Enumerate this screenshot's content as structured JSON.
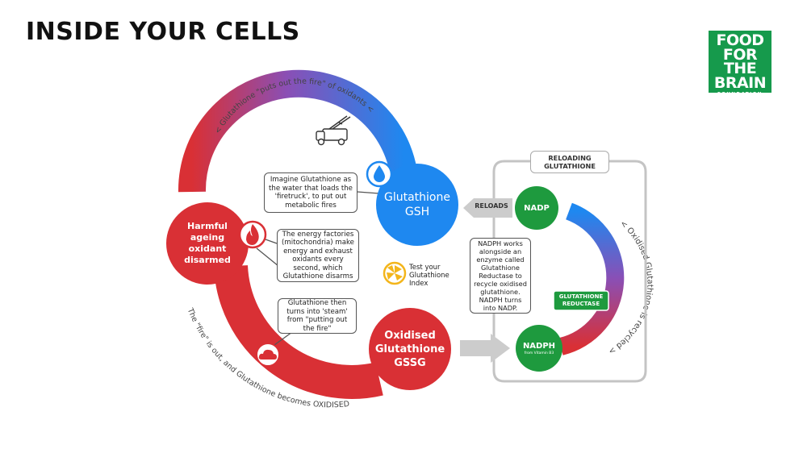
{
  "page_title": "INSIDE YOUR CELLS",
  "logo": {
    "line1": "FOOD",
    "line2": "FOR THE",
    "line3": "BRAIN",
    "line4": "FOUNDATION"
  },
  "arc_labels": {
    "top": "< Glutathione \"puts out the fire\" of oxidants <",
    "bottom": "> The \"fire\" is out, and Glutathione becomes OXIDISED >",
    "right": "< Oxidised Glutathione is recycled >"
  },
  "nodes": {
    "gsh": {
      "line1": "Glutathione",
      "line2": "GSH"
    },
    "oxidant": {
      "line1": "Harmful",
      "line2": "ageing",
      "line3": "oxidant",
      "line4": "disarmed"
    },
    "gssg": {
      "line1": "Oxidised",
      "line2": "Glutathione",
      "line3": "GSSG"
    },
    "nadp": "NADP",
    "nadph": {
      "line1": "NADPH",
      "line2": "from Vitamin B3"
    }
  },
  "callouts": {
    "water": "Imagine Glutathione as the water that loads the 'firetruck', to put out metabolic fires",
    "energy": "The energy factories (mitochondria) make energy and exhaust oxidants every second, which Glutathione disarms",
    "steam": "Glutathione then turns into 'steam' from \"putting out the fire\"",
    "nadph": "NADPH works alongside an enzyme called Glutathione Reductase to recycle oxidised glutathione. NADPH turns into NADP."
  },
  "reloading": {
    "line1": "RELOADING",
    "line2": "GLUTATHIONE"
  },
  "reloads_label": "RELOADS",
  "reductase": {
    "line1": "GLUTATHIONE",
    "line2": "REDUCTASE"
  },
  "index_label": {
    "line1": "Test your",
    "line2": "Glutathione",
    "line3": "Index"
  },
  "colors": {
    "blue": "#1e88f0",
    "red": "#d93035",
    "green": "#1e9a3e",
    "grey": "#c8c8c8"
  },
  "icons": [
    "water-drop-icon",
    "fire-icon",
    "steam-cloud-icon",
    "firetruck-icon",
    "glutathione-index-icon"
  ]
}
